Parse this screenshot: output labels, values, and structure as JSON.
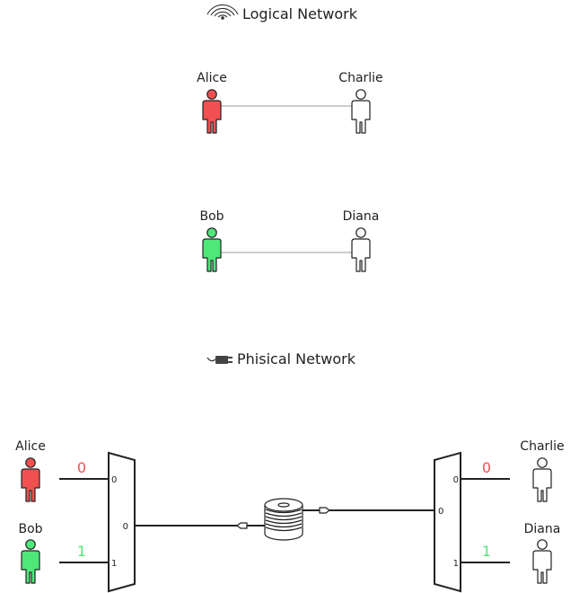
{
  "logical": {
    "title": "Logical Network",
    "icon": "wifi-icon",
    "pairs": [
      {
        "left": {
          "name": "Alice",
          "color": "#f25050"
        },
        "right": {
          "name": "Charlie",
          "color": "#ffffff"
        }
      },
      {
        "left": {
          "name": "Bob",
          "color": "#4ee87a"
        },
        "right": {
          "name": "Diana",
          "color": "#ffffff"
        }
      }
    ]
  },
  "physical": {
    "title": "Phisical Network",
    "icon": "cable-plug-icon",
    "left_users": [
      {
        "name": "Alice",
        "color": "#f25050",
        "channel": "0",
        "port": "0"
      },
      {
        "name": "Bob",
        "color": "#4ee87a",
        "channel": "1",
        "port": "1"
      }
    ],
    "right_users": [
      {
        "name": "Charlie",
        "color": "#ffffff",
        "channel": "0",
        "port": "0"
      },
      {
        "name": "Diana",
        "color": "#ffffff",
        "channel": "1",
        "port": "1"
      }
    ],
    "mux_output_port": "0",
    "demux_input_port": "0",
    "channel_colors": [
      "#f25050",
      "#4ee87a"
    ]
  }
}
